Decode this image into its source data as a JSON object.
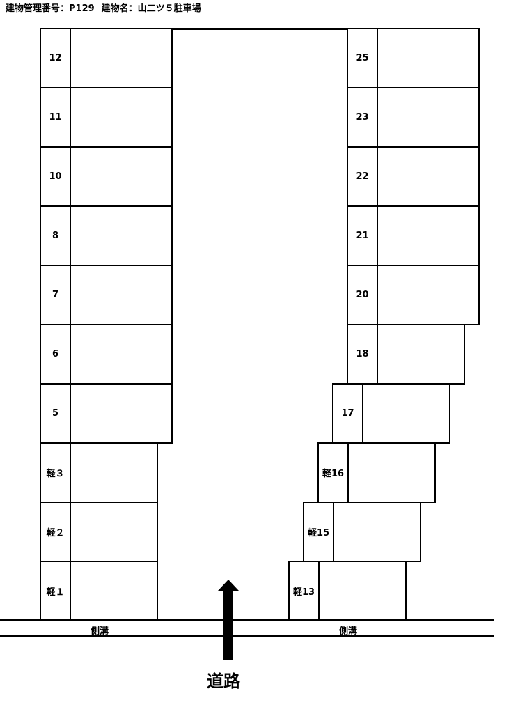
{
  "header": {
    "building_no": "建物管理番号：P129",
    "building_name": "建物名：山二ツ５駐車場"
  },
  "stalls_left": [
    "12",
    "11",
    "10",
    "8",
    "7",
    "6",
    "5",
    "軽３",
    "軽２",
    "軽１"
  ],
  "stalls_right": [
    "25",
    "23",
    "22",
    "21",
    "20",
    "18",
    "17",
    "軽16",
    "軽15",
    "軽13"
  ],
  "ditch": {
    "left_label": "側溝",
    "right_label": "側溝"
  },
  "road": {
    "label": "道路"
  }
}
